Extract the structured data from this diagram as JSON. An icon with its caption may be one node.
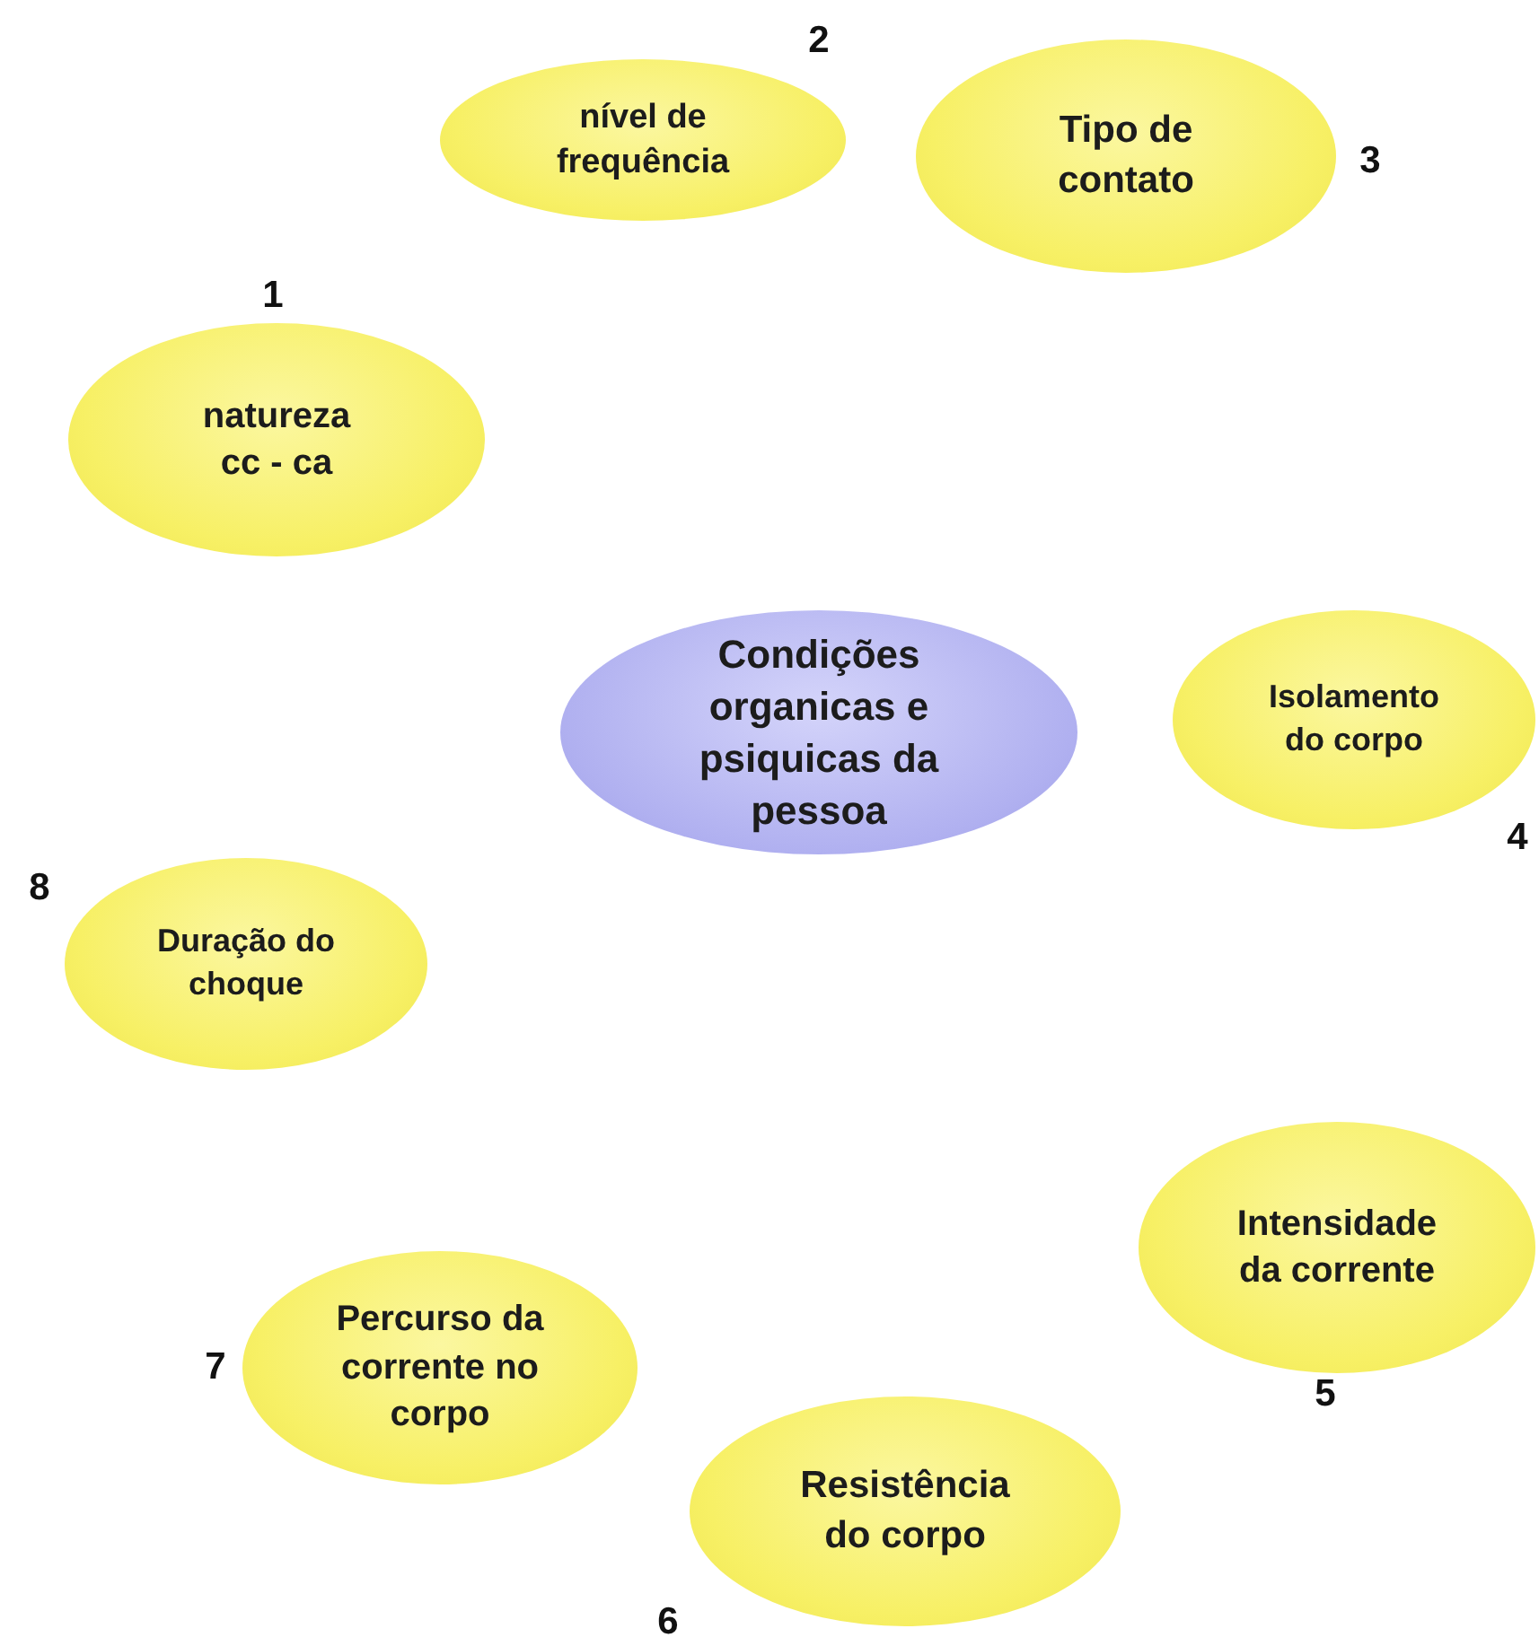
{
  "diagram": {
    "nodes": [
      {
        "text": [
          "nível de frequência"
        ],
        "beside": [
          "2"
        ]
      },
      {
        "text": [
          "Tipo de contato"
        ],
        "beside": [
          "3"
        ]
      },
      {
        "text": [
          "natureza cc - ca"
        ],
        "beside": [
          "1"
        ]
      },
      {
        "text": [
          "Condições organicas e psiquicas da pessoa"
        ]
      },
      {
        "text": [
          "Isolamento do corpo"
        ],
        "beside": [
          "4"
        ]
      },
      {
        "text": [
          "Duração do choque"
        ],
        "beside": [
          "8"
        ]
      },
      {
        "text": [
          "Intensidade da corrente"
        ],
        "beside": [
          "5"
        ]
      },
      {
        "text": [
          "Percurso da corrente no corpo"
        ],
        "beside": [
          "7"
        ]
      },
      {
        "text": [
          "Resistência do corpo"
        ],
        "beside": [
          "6"
        ]
      }
    ]
  }
}
